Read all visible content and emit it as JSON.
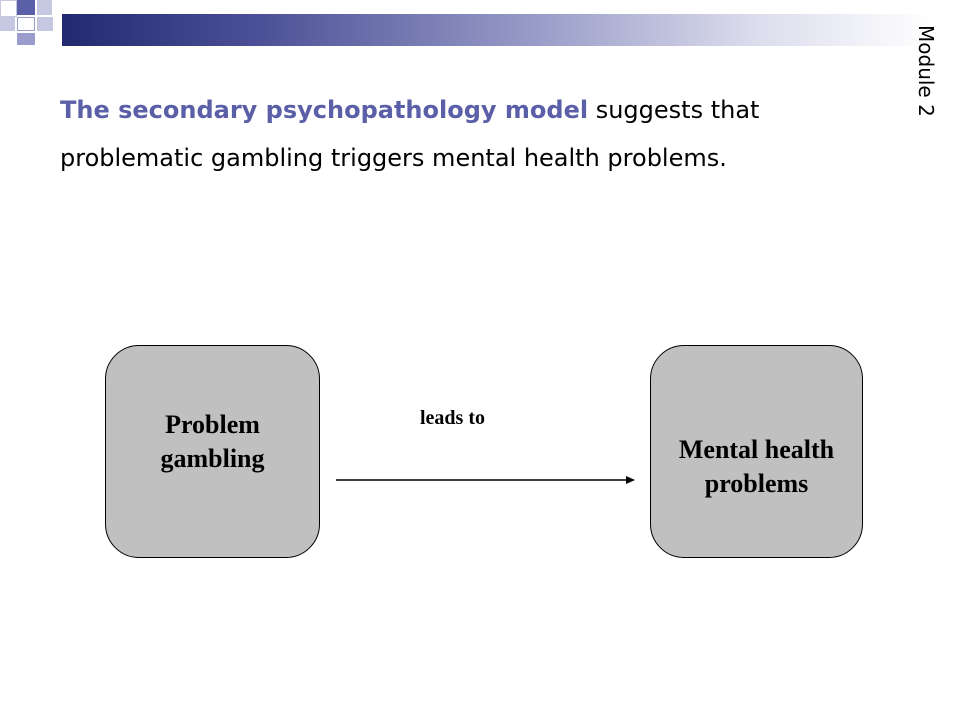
{
  "slide": {
    "module_label": "Module 2",
    "heading": {
      "emphasis": "The secondary psychopathology model",
      "rest": " suggests that problematic gambling triggers mental health problems."
    }
  },
  "diagram": {
    "source_node": "Problem gambling",
    "target_node": "Mental health problems",
    "edge_label": "leads to"
  },
  "colors": {
    "accent": "#5a5fa8",
    "node_fill": "#c0c0c0"
  }
}
